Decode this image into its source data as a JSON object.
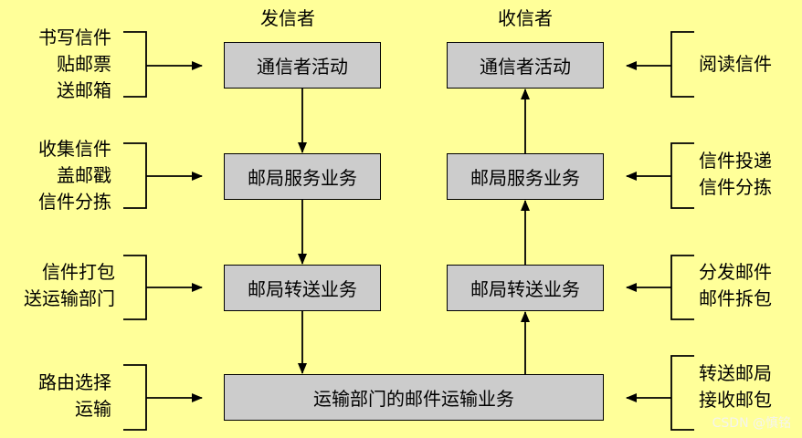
{
  "headers": {
    "sender": "发信者",
    "receiver": "收信者"
  },
  "left_boxes": [
    "通信者活动",
    "邮局服务业务",
    "邮局转送业务"
  ],
  "right_boxes": [
    "通信者活动",
    "邮局服务业务",
    "邮局转送业务"
  ],
  "bottom_box": "运输部门的邮件运输业务",
  "left_notes": [
    [
      "书写信件",
      "贴邮票",
      "送邮箱"
    ],
    [
      "收集信件",
      "盖邮戳",
      "信件分拣"
    ],
    [
      "信件打包",
      "送运输部门"
    ],
    [
      "路由选择",
      "运输"
    ]
  ],
  "right_notes": [
    [
      "阅读信件"
    ],
    [
      "信件投递",
      "信件分拣"
    ],
    [
      "分发邮件",
      "邮件拆包"
    ],
    [
      "转送邮局",
      "接收邮包"
    ]
  ],
  "watermark": "CSDN @慎铭"
}
